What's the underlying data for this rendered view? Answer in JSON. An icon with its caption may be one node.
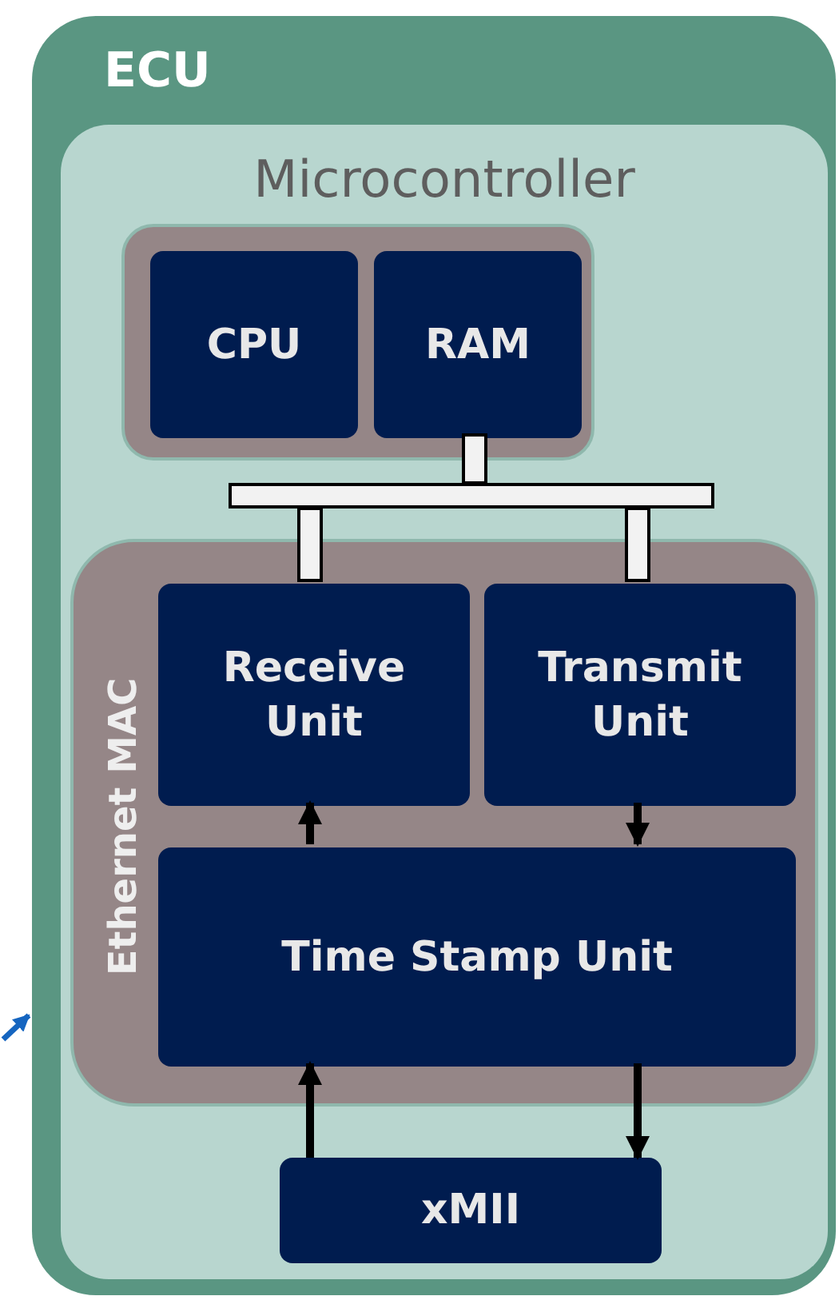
{
  "diagram": {
    "nodes": [
      {
        "text": [
          "ECU"
        ]
      },
      {
        "text": [
          "Microcontroller"
        ],
        "in": 0
      },
      {
        "text": [],
        "shape": "box",
        "in": 1
      },
      {
        "text": [
          "CPU"
        ],
        "in": 2
      },
      {
        "text": [
          "RAM"
        ],
        "in": 2
      },
      {
        "text": [],
        "shape": "bar",
        "in": 1
      },
      {
        "text": [
          "Ethernet MAC"
        ],
        "in": 1
      },
      {
        "text": [
          "Receive Unit"
        ],
        "in": 6
      },
      {
        "text": [
          "Transmit Unit"
        ],
        "in": 6
      },
      {
        "text": [
          "Time Stamp Unit"
        ],
        "in": 6
      },
      {
        "text": [
          "xMII"
        ],
        "in": 1
      }
    ],
    "edges": [
      {
        "from": 4,
        "to": 5,
        "arrow": "none",
        "style": "thick"
      },
      {
        "from": 5,
        "to": 7,
        "arrow": "none",
        "style": "thick"
      },
      {
        "from": 5,
        "to": 8,
        "arrow": "none",
        "style": "thick"
      },
      {
        "from": 9,
        "to": 7,
        "arrow": "to"
      },
      {
        "from": 8,
        "to": 9,
        "arrow": "to"
      },
      {
        "from": 10,
        "to": 9,
        "arrow": "to"
      },
      {
        "from": 9,
        "to": 10,
        "arrow": "to"
      },
      {
        "from": null,
        "to": 0,
        "arrow": "to",
        "color": "#1565c0"
      }
    ]
  }
}
